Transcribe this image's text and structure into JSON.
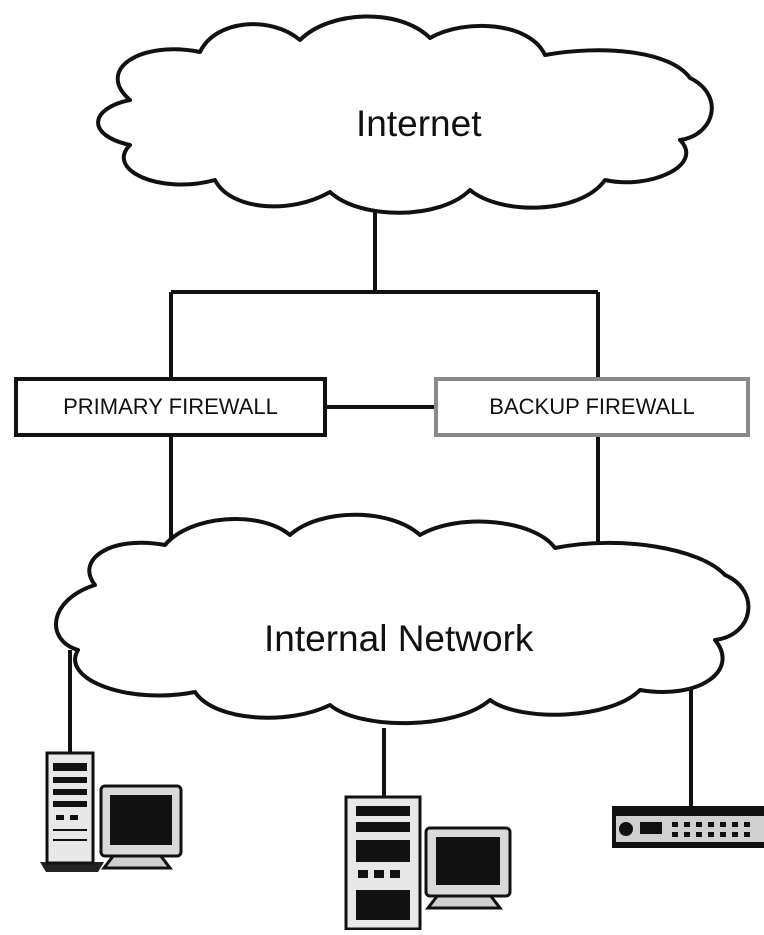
{
  "diagram": {
    "internet_label": "Internet",
    "internal_network_label": "Internal Network",
    "primary_firewall_label": "PRIMARY FIREWALL",
    "backup_firewall_label": "BACKUP FIREWALL",
    "colors": {
      "line": "#111111",
      "backup_border": "#8a8a8a",
      "background": "#ffffff"
    },
    "icons": [
      "cloud-icon",
      "tower-computer-icon",
      "crt-monitor-icon",
      "desktop-computer-icon",
      "rack-switch-icon"
    ]
  }
}
